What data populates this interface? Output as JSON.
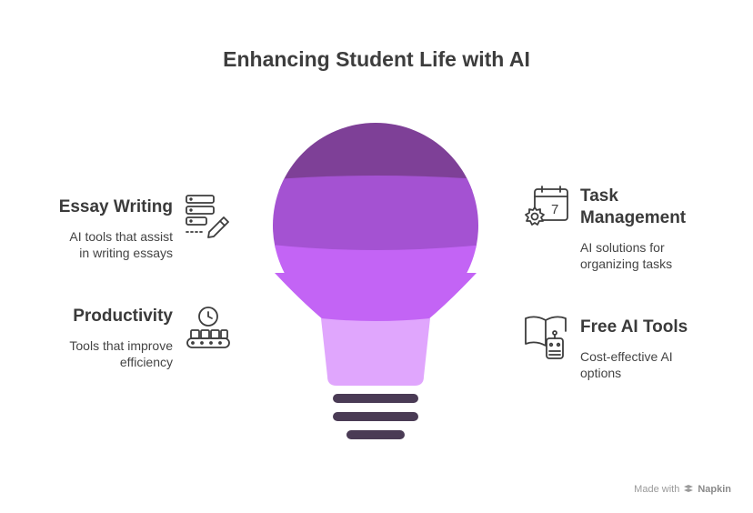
{
  "title": "Enhancing Student Life with AI",
  "items": [
    {
      "heading": "Essay Writing",
      "description_lines": [
        "AI tools that assist",
        "in writing essays"
      ],
      "icon": "server-pencil-icon"
    },
    {
      "heading": "Productivity",
      "description_lines": [
        "Tools that improve",
        "efficiency"
      ],
      "icon": "clock-conveyor-icon"
    },
    {
      "heading_lines": [
        "Task",
        "Management"
      ],
      "description_lines": [
        "AI solutions for",
        "organizing tasks"
      ],
      "icon": "calendar-gear-icon"
    },
    {
      "heading": "Free AI Tools",
      "description_lines": [
        "Cost-effective AI",
        "options"
      ],
      "icon": "book-robot-icon"
    }
  ],
  "calendar_day": "7",
  "colors": {
    "bulb_top": "#7E4097",
    "bulb_band_2": "#A452D2",
    "bulb_band_3": "#C364F5",
    "bulb_neck": "#E0A6FD",
    "bulb_base": "#4A3B55",
    "text": "#3A3A3A"
  },
  "footer": {
    "prefix": "Made with",
    "brand": "Napkin"
  }
}
